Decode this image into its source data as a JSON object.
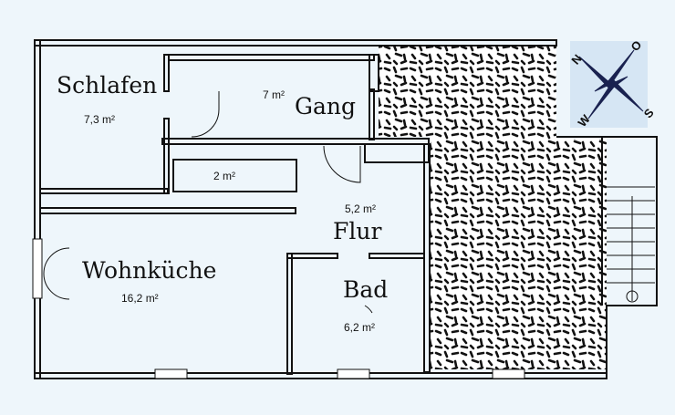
{
  "rooms": {
    "schlafen": {
      "name": "Schlafen",
      "area": "7,3 m²"
    },
    "gang": {
      "name": "Gang",
      "area": "7 m²"
    },
    "abstell": {
      "area": "2 m²"
    },
    "flur": {
      "name": "Flur",
      "area": "5,2 m²"
    },
    "wohnkueche": {
      "name": "Wohnküche",
      "area": "16,2 m²"
    },
    "bad": {
      "name": "Bad",
      "area": "6,2 m²"
    }
  },
  "compass": {
    "n": "N",
    "o": "O",
    "s": "S",
    "w": "W"
  },
  "colors": {
    "background": "#eef6fb",
    "wall": "#111111",
    "compass": "#1a2250"
  }
}
